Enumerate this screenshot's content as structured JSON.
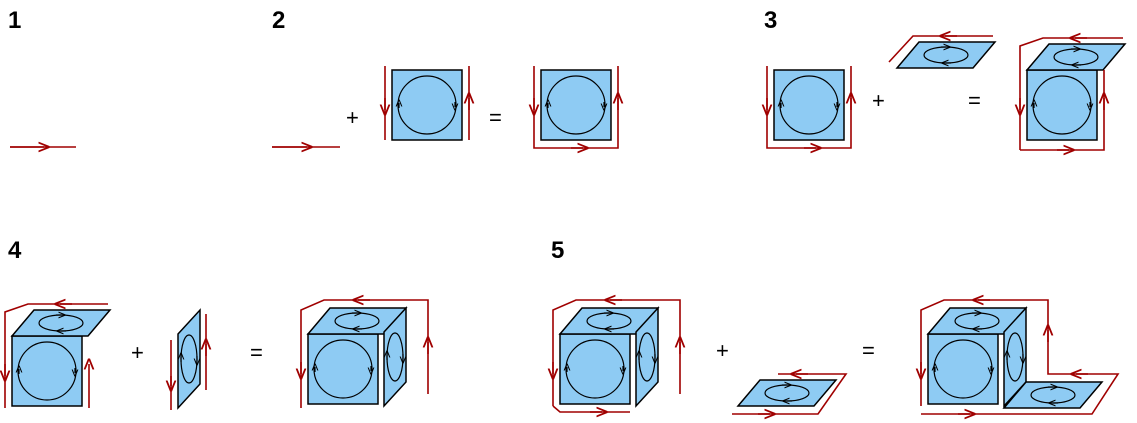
{
  "steps": [
    {
      "number": "1"
    },
    {
      "number": "2"
    },
    {
      "number": "3"
    },
    {
      "number": "4"
    },
    {
      "number": "5"
    }
  ],
  "operators": {
    "plus": "+",
    "equals": "="
  },
  "colors": {
    "face": "#8ecbf3",
    "edge": "#a00000",
    "outline": "#000000"
  }
}
